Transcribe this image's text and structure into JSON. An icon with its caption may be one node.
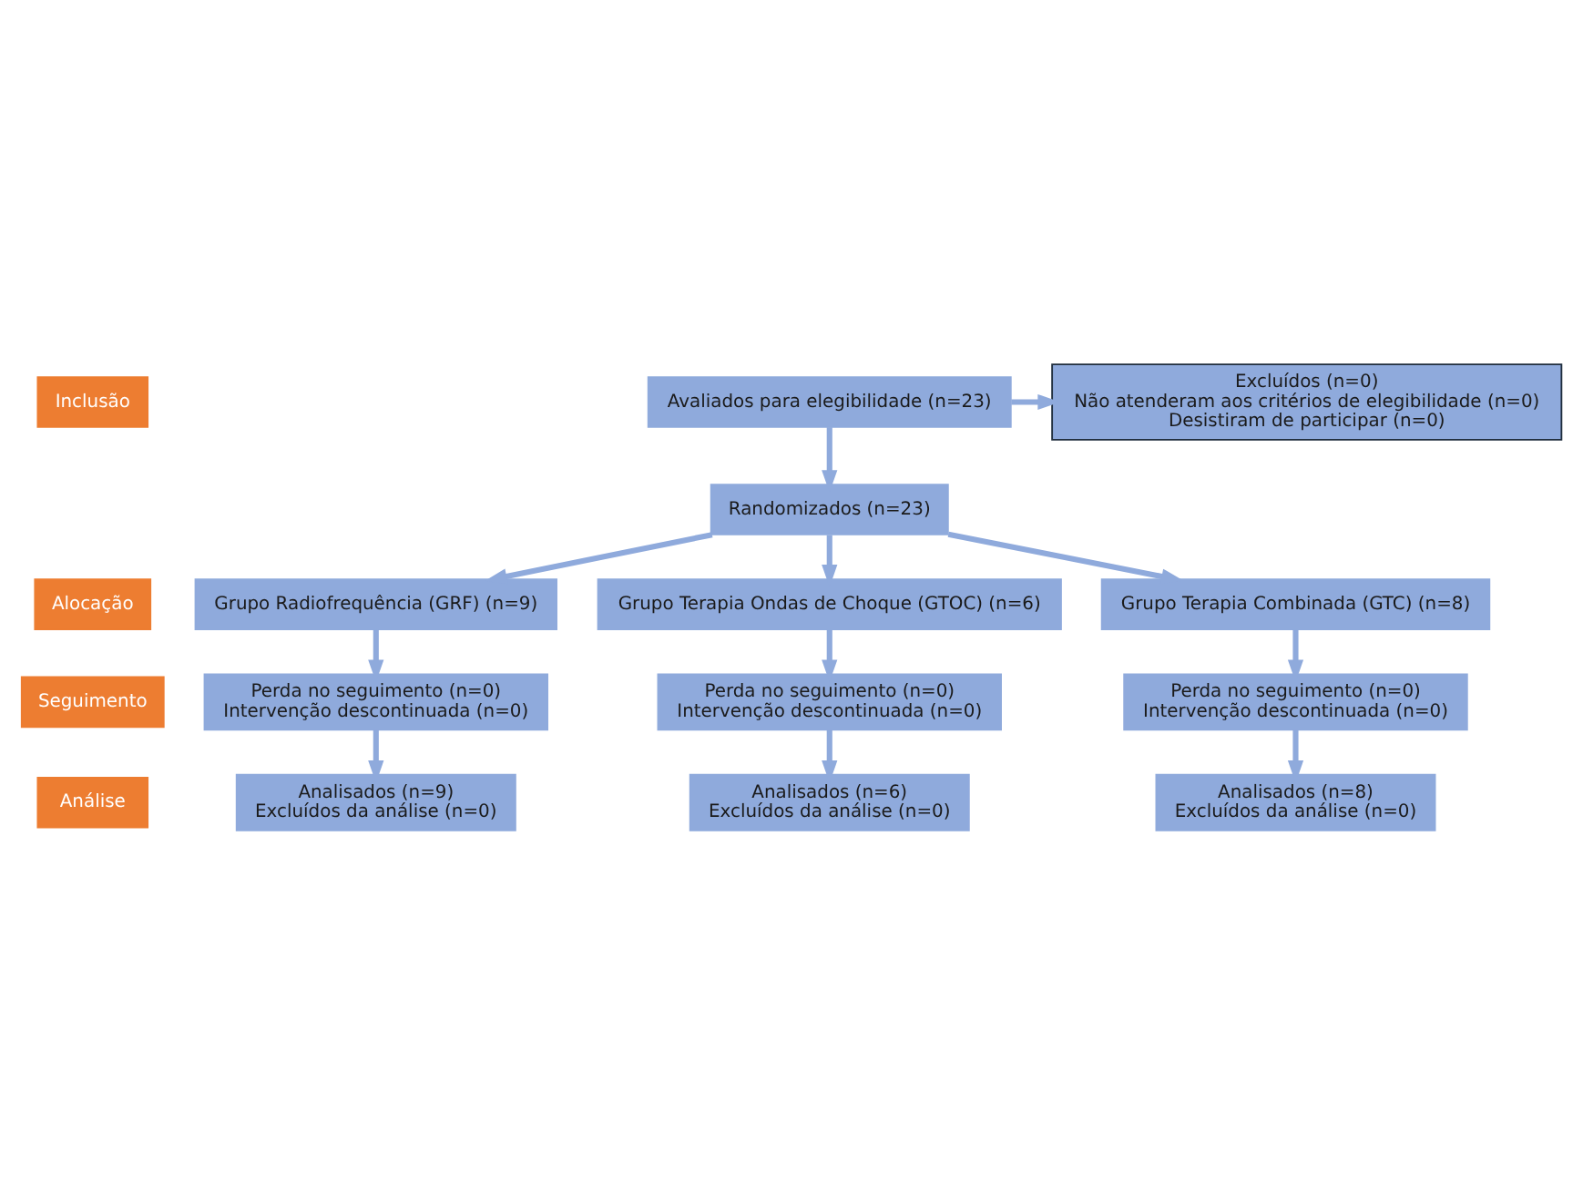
{
  "diagram": {
    "nodes": [
      {
        "text": [
          "Inclusão"
        ]
      },
      {
        "text": [
          "Avaliados para elegibilidade (n=23)"
        ]
      },
      {
        "text": [
          "Excluídos (n=0)",
          "Não atenderam aos critérios de elegibilidade (n=0)",
          "Desistiram de participar (n=0)"
        ]
      },
      {
        "text": [
          "Randomizados (n=23)"
        ]
      },
      {
        "text": [
          "Alocação"
        ]
      },
      {
        "text": [
          "Grupo Radiofrequência (GRF) (n=9)"
        ]
      },
      {
        "text": [
          "Grupo Terapia Ondas de Choque (GTOC) (n=6)"
        ]
      },
      {
        "text": [
          "Grupo Terapia Combinada (GTC) (n=8)"
        ]
      },
      {
        "text": [
          "Seguimento"
        ]
      },
      {
        "text": [
          "Perda no seguimento (n=0)",
          "Intervenção descontinuada (n=0)"
        ]
      },
      {
        "text": [
          "Perda no seguimento (n=0)",
          "Intervenção descontinuada (n=0)"
        ]
      },
      {
        "text": [
          "Perda no seguimento (n=0)",
          "Intervenção descontinuada (n=0)"
        ]
      },
      {
        "text": [
          "Análise"
        ]
      },
      {
        "text": [
          "Analisados (n=9)",
          "Excluídos da análise (n=0)"
        ]
      },
      {
        "text": [
          "Analisados (n=6)",
          "Excluídos da análise (n=0)"
        ]
      },
      {
        "text": [
          "Analisados (n=8)",
          "Excluídos da análise (n=0)"
        ]
      }
    ],
    "edges": [
      {
        "from": 1,
        "to": 3,
        "arrow": "to"
      },
      {
        "from": 1,
        "to": 2,
        "arrow": "to"
      },
      {
        "from": 3,
        "to": 5,
        "arrow": "to"
      },
      {
        "from": 3,
        "to": 6,
        "arrow": "to"
      },
      {
        "from": 3,
        "to": 7,
        "arrow": "to"
      },
      {
        "from": 5,
        "to": 9,
        "arrow": "to"
      },
      {
        "from": 6,
        "to": 10,
        "arrow": "to"
      },
      {
        "from": 7,
        "to": 11,
        "arrow": "to"
      },
      {
        "from": 9,
        "to": 13,
        "arrow": "to"
      },
      {
        "from": 10,
        "to": 14,
        "arrow": "to"
      },
      {
        "from": 11,
        "to": 15,
        "arrow": "to"
      }
    ]
  }
}
